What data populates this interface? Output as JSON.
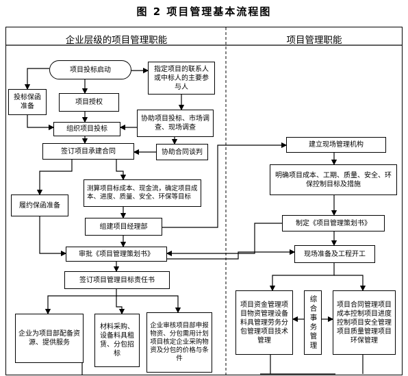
{
  "figure": {
    "title": "图 2    项目管理基本流程图"
  },
  "columns": {
    "left": "企业层级的项目管理职能",
    "right": "项目管理职能"
  },
  "nodes": {
    "bid_start": "项目投标启动",
    "designate": "指定项目的联系人或中标人的主要参与人",
    "bid_bond": "投标保函准备",
    "authorize": "项目授权",
    "assist_bid": "协助项目投标、市场调查、现场调查",
    "organize_bid": "组织项目投标",
    "sign_contract": "签订项目承建合同",
    "assist_negotiation": "协助合同谈判",
    "site_org": "建立现场管理机构",
    "estimate": "测算项目标成本、现金流，确定项目成本、进度、质量、安全、环保等目标",
    "define_goals": "明确项目成本、工期、质量、安全、环保控制目标及措施",
    "performance_bond": "履约保函准备",
    "form_team": "组建项目经理部",
    "make_plan": "制定《项目管理策划书》",
    "approve_plan": "审批《项目管理策划书》",
    "site_prep": "现场准备及工程开工",
    "sign_responsibility": "签订项目管理目标责任书",
    "resources": "企业为项目部配备资源、提供服务",
    "procurement": "材料采购、设备料具租赁、分包招标",
    "review_plans": "企业审核项目部申报物资、分包需用计划项目核定企业采购物资及分包的价格与条件",
    "mgmt_left": "项目资金管理项目物资管理设备料具管理劳务分包管理项目技术管理",
    "general_affairs": "综合事务管理",
    "mgmt_right": "项目合同管理项目成本控制项目进度控制项目安全管理项目质量管理项目环保管理"
  }
}
